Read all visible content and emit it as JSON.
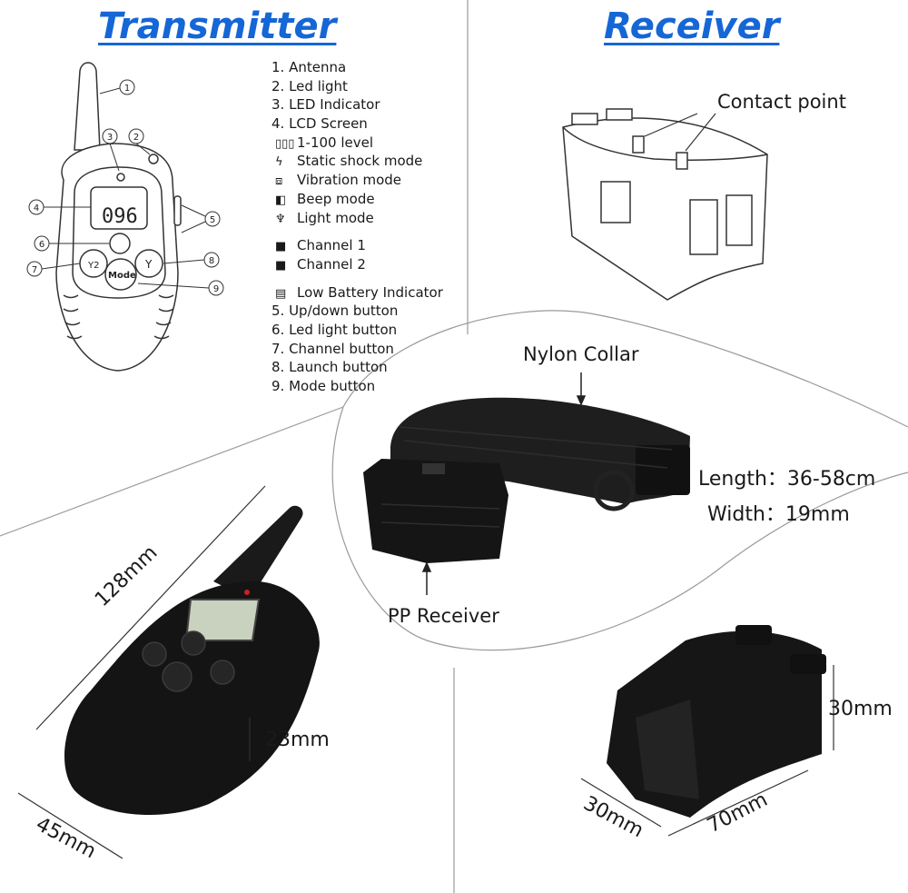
{
  "transmitter": {
    "title": "Transmitter",
    "lcd_value": "096",
    "buttons": {
      "left": "Y2",
      "center": "Mode",
      "right": "Y"
    },
    "callouts": [
      "1",
      "2",
      "3",
      "4",
      "5",
      "6",
      "7",
      "8",
      "9"
    ]
  },
  "receiver": {
    "title": "Receiver",
    "contact_label": "Contact point"
  },
  "legend": {
    "parts": [
      "1. Antenna",
      "2. Led light",
      "3. LED Indicator",
      "4. LCD Screen"
    ],
    "modes": [
      {
        "icon": "level-bars-icon",
        "symbol": "▯▯▯",
        "text": "1-100 level"
      },
      {
        "icon": "lightning-icon",
        "symbol": "ϟ",
        "text": "Static shock mode"
      },
      {
        "icon": "vibration-icon",
        "symbol": "⧈",
        "text": "Vibration mode"
      },
      {
        "icon": "speaker-icon",
        "symbol": "◧",
        "text": "Beep mode"
      },
      {
        "icon": "bulb-icon",
        "symbol": "♆",
        "text": "Light mode"
      }
    ],
    "channels": [
      {
        "icon": "channel-1-icon",
        "symbol": "■",
        "text": "Channel 1"
      },
      {
        "icon": "channel-2-icon",
        "symbol": "■",
        "text": "Channel 2"
      }
    ],
    "battery": {
      "icon": "battery-icon",
      "symbol": "▤",
      "text": "Low Battery Indicator"
    },
    "buttons": [
      "5. Up/down button",
      "6. Led light button",
      "7. Channel button",
      "8. Launch button",
      "9. Mode button"
    ]
  },
  "collar": {
    "nylon_label": "Nylon Collar",
    "receiver_label": "PP Receiver",
    "length": "Length：36-58cm",
    "width": "Width：19mm"
  },
  "dimensions": {
    "transmitter_length": "128mm",
    "transmitter_width": "45mm",
    "transmitter_depth": "23mm",
    "receiver_height": "30mm",
    "receiver_depth": "30mm",
    "receiver_width": "70mm"
  },
  "colors": {
    "heading": "#1566d6",
    "device": "#161616",
    "line": "#555555"
  }
}
